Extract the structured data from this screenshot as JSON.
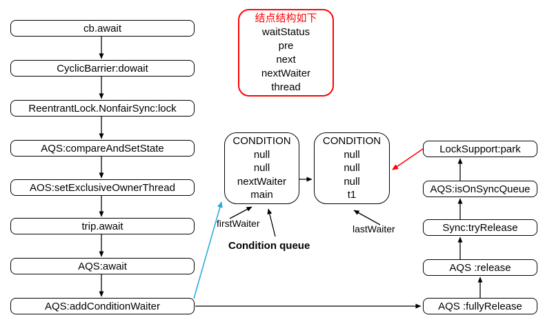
{
  "diagram": {
    "left_flow": [
      "cb.await",
      "CyclicBarrier:dowait",
      "ReentrantLock.NonfairSync:lock",
      "AQS:compareAndSetState",
      "AOS:setExclusiveOwnerThread",
      "trip.await",
      "AQS:await",
      "AQS:addConditionWaiter"
    ],
    "right_flow": [
      "LockSupport:park",
      "AQS:isOnSyncQueue",
      "Sync:tryRelease",
      "AQS :release",
      "AQS :fullyRelease"
    ],
    "node_struct": {
      "title": "结点结构如下",
      "fields": [
        "waitStatus",
        "pre",
        "next",
        "nextWaiter",
        "thread"
      ]
    },
    "condition_nodes": [
      {
        "lines": [
          "CONDITION",
          "null",
          "null",
          "nextWaiter",
          "main"
        ]
      },
      {
        "lines": [
          "CONDITION",
          "null",
          "null",
          "null",
          "t1"
        ]
      }
    ],
    "labels": {
      "first_waiter": "firstWaiter",
      "condition_queue": "Condition queue",
      "last_waiter": "lastWaiter"
    },
    "colors": {
      "box_border": "#000000",
      "red_accent": "#ff0000",
      "blue_accent": "#29abe2"
    }
  }
}
